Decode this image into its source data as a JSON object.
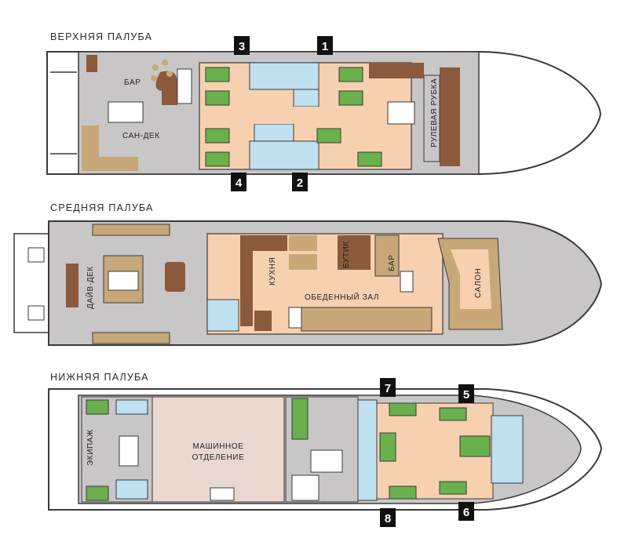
{
  "decks": {
    "upper": {
      "title": "ВЕРХНЯЯ ПАЛУБА",
      "bar": "БАР",
      "sundeck": "САН-ДЕК",
      "wheelhouse": "РУЛЕВАЯ РУБКА",
      "cabins": [
        "3",
        "1",
        "4",
        "2"
      ]
    },
    "middle": {
      "title": "СРЕДНЯЯ ПАЛУБА",
      "divedeck": "ДАЙВ-ДЕК",
      "kitchen": "КУХНЯ",
      "boutique": "БУТИК",
      "bar": "БАР",
      "dining": "ОБЕДЕННЫЙ ЗАЛ",
      "salon": "САЛОН"
    },
    "lower": {
      "title": "НИЖНЯЯ ПАЛУБА",
      "crew": "ЭКИПАЖ",
      "engine_line1": "МАШИННОЕ",
      "engine_line2": "ОТДЕЛЕНИЕ",
      "cabins": [
        "7",
        "5",
        "8",
        "6"
      ]
    }
  },
  "colors": {
    "deck": "#c8c6c7",
    "outline": "#3a3a3a",
    "cabin_floor": "#f7d0b0",
    "bath": "#bfe0ee",
    "bed": "#6ab04c",
    "wood": "#8b5a3c",
    "tan": "#c8a878",
    "engine": "#e8d8d0"
  }
}
